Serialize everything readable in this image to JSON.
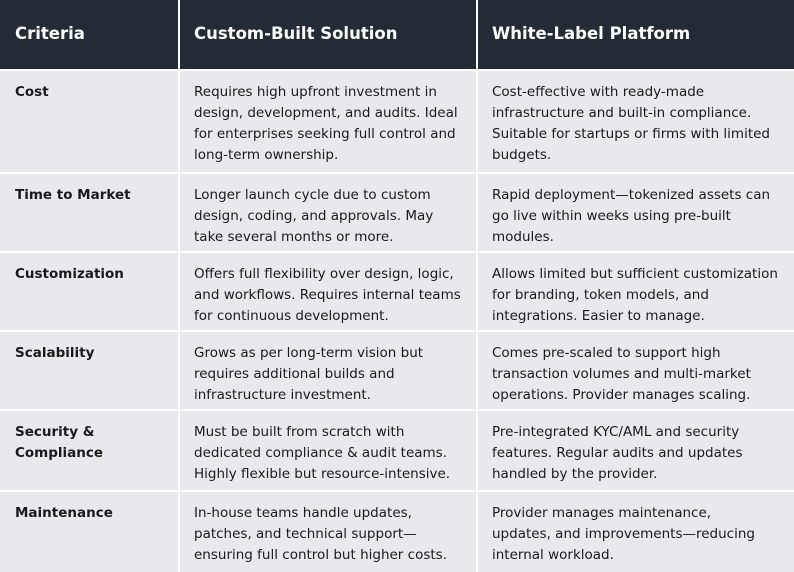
{
  "headers": [
    "Criteria",
    "Custom-Built Solution",
    "White-Label Platform"
  ],
  "rows": [
    {
      "criteria": [
        "Cost"
      ],
      "custom": [
        "Requires high upfront investment in",
        "design, development, and audits. Ideal",
        "for enterprises seeking full control and",
        "long-term ownership."
      ],
      "white": [
        "Cost-effective with ready-made",
        "infrastructure and built-in compliance.",
        "Suitable for startups or firms with limited",
        "budgets."
      ]
    },
    {
      "criteria": [
        "Time to Market"
      ],
      "custom": [
        "Longer launch cycle due to custom",
        "design, coding, and approvals. May",
        "take several months or more."
      ],
      "white": [
        "Rapid deployment—tokenized assets can",
        "go live within weeks using pre-built",
        "modules."
      ]
    },
    {
      "criteria": [
        "Customization"
      ],
      "custom": [
        "Offers full flexibility over design, logic,",
        "and workflows. Requires internal teams",
        "for continuous development."
      ],
      "white": [
        "Allows limited but sufficient customization",
        "for branding, token models, and",
        "integrations. Easier to manage."
      ]
    },
    {
      "criteria": [
        "Scalability"
      ],
      "custom": [
        "Grows as per long-term vision but",
        "requires additional builds and",
        "infrastructure investment."
      ],
      "white": [
        "Comes pre-scaled to support high",
        "transaction volumes and multi-market",
        "operations. Provider manages scaling."
      ]
    },
    {
      "criteria": [
        "Security &",
        "Compliance"
      ],
      "custom": [
        "Must be built from scratch with",
        "dedicated compliance & audit teams.",
        "Highly flexible but resource-intensive."
      ],
      "white": [
        "Pre-integrated KYC/AML and security",
        "features. Regular audits and updates",
        "handled by the provider."
      ]
    },
    {
      "criteria": [
        "Maintenance"
      ],
      "custom": [
        "In-house teams handle updates,",
        "patches, and technical support—",
        "ensuring full control but higher costs."
      ],
      "white": [
        "Provider manages maintenance,",
        "updates, and improvements—reducing",
        "internal workload."
      ]
    }
  ]
}
